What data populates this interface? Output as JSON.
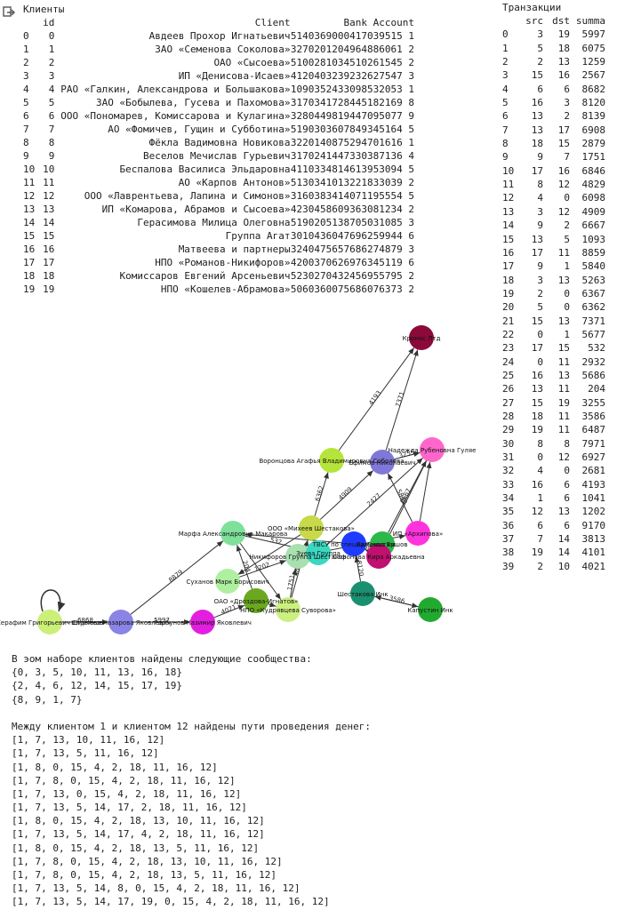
{
  "clients": {
    "title": "Клиенты",
    "columns": [
      "id",
      "Client",
      "Bank Account"
    ],
    "rows": [
      [
        "0",
        "0",
        "Авдеев Прохор Игнатьевич",
        "5140369000417039515 1"
      ],
      [
        "1",
        "1",
        "ЗАО «Семенова Соколова»",
        "3270201204964886061 2"
      ],
      [
        "2",
        "2",
        "ОАО «Сысоева»",
        "5100281034510261545 2"
      ],
      [
        "3",
        "3",
        "ИП «Денисова-Исаев»",
        "4120403239232627547 3"
      ],
      [
        "4",
        "4",
        "РАО «Галкин, Александрова и Большакова»",
        "1090352433098532053 1"
      ],
      [
        "5",
        "5",
        "ЗАО «Бобылева, Гусева и Пахомова»",
        "3170341728445182169 8"
      ],
      [
        "6",
        "6",
        "ООО «Пономарев, Комиссарова и Кулагина»",
        "3280449819447095077 9"
      ],
      [
        "7",
        "7",
        "АО «Фомичев, Гущин и Субботина»",
        "5190303607849345164 5"
      ],
      [
        "8",
        "8",
        "Фёкла Вадимовна Новикова",
        "3220140875294701616 1"
      ],
      [
        "9",
        "9",
        "Веселов Мечислав Гурьевич",
        "3170241447330387136 4"
      ],
      [
        "10",
        "10",
        "Беспалова Василиса Эльдаровна",
        "4110334814613953094 5"
      ],
      [
        "11",
        "11",
        "АО «Карпов Антонов»",
        "5130341013221833039 2"
      ],
      [
        "12",
        "12",
        "ООО «Лаврентьева, Лапина и Симонов»",
        "3160383414071195554 5"
      ],
      [
        "13",
        "13",
        "ИП «Комарова, Абрамов и Сысоева»",
        "4230458609363081234 2"
      ],
      [
        "14",
        "14",
        "Герасимова Милица Олеговна",
        "5190205138705031085 3"
      ],
      [
        "15",
        "15",
        "Группа Агат",
        "3010436047696259944 6"
      ],
      [
        "16",
        "16",
        "Матвеева и партнеры",
        "3240475657686274879 3"
      ],
      [
        "17",
        "17",
        "НПО «Романов-Никифоров»",
        "4200370626976345119 6"
      ],
      [
        "18",
        "18",
        "Комиссаров Евгений Арсеньевич",
        "5230270432456955795 2"
      ],
      [
        "19",
        "19",
        "НПО «Кошелев-Абрамова»",
        "5060360075686076373 2"
      ]
    ]
  },
  "transactions": {
    "title": "Транзакции",
    "columns": [
      "src",
      "dst",
      "summa"
    ],
    "rows": [
      [
        "0",
        "3",
        "19",
        "5997"
      ],
      [
        "1",
        "5",
        "18",
        "6075"
      ],
      [
        "2",
        "2",
        "13",
        "1259"
      ],
      [
        "3",
        "15",
        "16",
        "2567"
      ],
      [
        "4",
        "6",
        "6",
        "8682"
      ],
      [
        "5",
        "16",
        "3",
        "8120"
      ],
      [
        "6",
        "13",
        "2",
        "8139"
      ],
      [
        "7",
        "13",
        "17",
        "6908"
      ],
      [
        "8",
        "18",
        "15",
        "2879"
      ],
      [
        "9",
        "9",
        "7",
        "1751"
      ],
      [
        "10",
        "17",
        "16",
        "6846"
      ],
      [
        "11",
        "8",
        "12",
        "4829"
      ],
      [
        "12",
        "4",
        "0",
        "6098"
      ],
      [
        "13",
        "3",
        "12",
        "4909"
      ],
      [
        "14",
        "9",
        "2",
        "6667"
      ],
      [
        "15",
        "13",
        "5",
        "1093"
      ],
      [
        "16",
        "17",
        "11",
        "8859"
      ],
      [
        "17",
        "9",
        "1",
        "5840"
      ],
      [
        "18",
        "3",
        "13",
        "5263"
      ],
      [
        "19",
        "2",
        "0",
        "6367"
      ],
      [
        "20",
        "5",
        "0",
        "6362"
      ],
      [
        "21",
        "15",
        "13",
        "7371"
      ],
      [
        "22",
        "0",
        "1",
        "5677"
      ],
      [
        "23",
        "17",
        "15",
        "532"
      ],
      [
        "24",
        "0",
        "11",
        "2932"
      ],
      [
        "25",
        "16",
        "13",
        "5686"
      ],
      [
        "26",
        "13",
        "11",
        "204"
      ],
      [
        "27",
        "15",
        "19",
        "3255"
      ],
      [
        "28",
        "18",
        "11",
        "3586"
      ],
      [
        "29",
        "19",
        "11",
        "6487"
      ],
      [
        "30",
        "8",
        "8",
        "7971"
      ],
      [
        "31",
        "0",
        "12",
        "6927"
      ],
      [
        "32",
        "4",
        "0",
        "2681"
      ],
      [
        "33",
        "16",
        "6",
        "4193"
      ],
      [
        "34",
        "1",
        "6",
        "1041"
      ],
      [
        "35",
        "12",
        "13",
        "1202"
      ],
      [
        "36",
        "6",
        "6",
        "9170"
      ],
      [
        "37",
        "7",
        "14",
        "3813"
      ],
      [
        "38",
        "19",
        "14",
        "4101"
      ],
      [
        "39",
        "2",
        "10",
        "4021"
      ]
    ]
  },
  "graph": {
    "nodes": [
      {
        "label": "Кронос Лтд",
        "color": "#8b0a3a"
      },
      {
        "label": "Воронцова Агафья Владимировна Соболева",
        "color": "#b5e43a"
      },
      {
        "label": "Надежда Рубеновна Гуляе",
        "color": "#ff66cc"
      },
      {
        "label": "Марфа Александровна Макарова",
        "color": "#7fe09a"
      },
      {
        "label": "ООО «Михеев Шестакова»",
        "color": "#c8d94a"
      },
      {
        "label": "ТВСУ по специальностям",
        "color": "#1f3bff"
      },
      {
        "label": "ИП «Архипова»",
        "color": "#ff33dd"
      },
      {
        "label": "Ермаков Ершов",
        "color": "#2db84a"
      },
      {
        "label": "Никифоров Группа Шестаков",
        "color": "#a8e0b0"
      },
      {
        "label": "Сафонова Кира Аркадьевна",
        "color": "#c01070"
      },
      {
        "label": "Суханов Марк Борисович",
        "color": "#aef0a0"
      },
      {
        "label": "ОАО «Дроздова-Игнатов»",
        "color": "#6aa820"
      },
      {
        "label": "НПО «Кудрявцева Суворова»",
        "color": "#ccf080"
      },
      {
        "label": "Шестакова Инк",
        "color": "#1b9070"
      },
      {
        "label": "Капустин Инк",
        "color": "#22aa30"
      },
      {
        "label": "Горбунов Казимир Яковлевич",
        "color": "#e21fe0"
      },
      {
        "label": "Ширяева Назарова Яковлевич",
        "color": "#8a84e6"
      },
      {
        "label": "Серафим Григорьевич Стрелков",
        "color": "#cbf078"
      },
      {
        "label": "Зуева Группа",
        "color": "#3ad8c0"
      },
      {
        "label": "Ефимов Николаевич",
        "color": "#8078d8"
      }
    ],
    "edge_labels": [
      "4193",
      "7371",
      "6362",
      "8879",
      "532",
      "3255",
      "4821",
      "4909",
      "5840",
      "6667",
      "1093",
      "8120",
      "3586",
      "1202",
      "4021",
      "204",
      "5997",
      "6868",
      "1751",
      "2427"
    ]
  },
  "output": {
    "lines": [
      "В эом наборе клиентов найдены следующие сообщества:",
      "{0, 3, 5, 10, 11, 13, 16, 18}",
      "{2, 4, 6, 12, 14, 15, 17, 19}",
      "{8, 9, 1, 7}",
      "",
      "Между клиентом 1 и клиентом 12 найдены пути проведения денег:",
      "[1, 7, 13, 10, 11, 16, 12]",
      "[1, 7, 13, 5, 11, 16, 12]",
      "[1, 8, 0, 15, 4, 2, 18, 11, 16, 12]",
      "[1, 7, 8, 0, 15, 4, 2, 18, 11, 16, 12]",
      "[1, 7, 13, 0, 15, 4, 2, 18, 11, 16, 12]",
      "[1, 7, 13, 5, 14, 17, 2, 18, 11, 16, 12]",
      "[1, 8, 0, 15, 4, 2, 18, 13, 10, 11, 16, 12]",
      "[1, 7, 13, 5, 14, 17, 4, 2, 18, 11, 16, 12]",
      "[1, 8, 0, 15, 4, 2, 18, 13, 5, 11, 16, 12]",
      "[1, 7, 8, 0, 15, 4, 2, 18, 13, 10, 11, 16, 12]",
      "[1, 7, 8, 0, 15, 4, 2, 18, 13, 5, 11, 16, 12]",
      "[1, 7, 13, 5, 14, 8, 0, 15, 4, 2, 18, 11, 16, 12]",
      "[1, 7, 13, 5, 14, 17, 19, 0, 15, 4, 2, 18, 11, 16, 12]"
    ]
  }
}
